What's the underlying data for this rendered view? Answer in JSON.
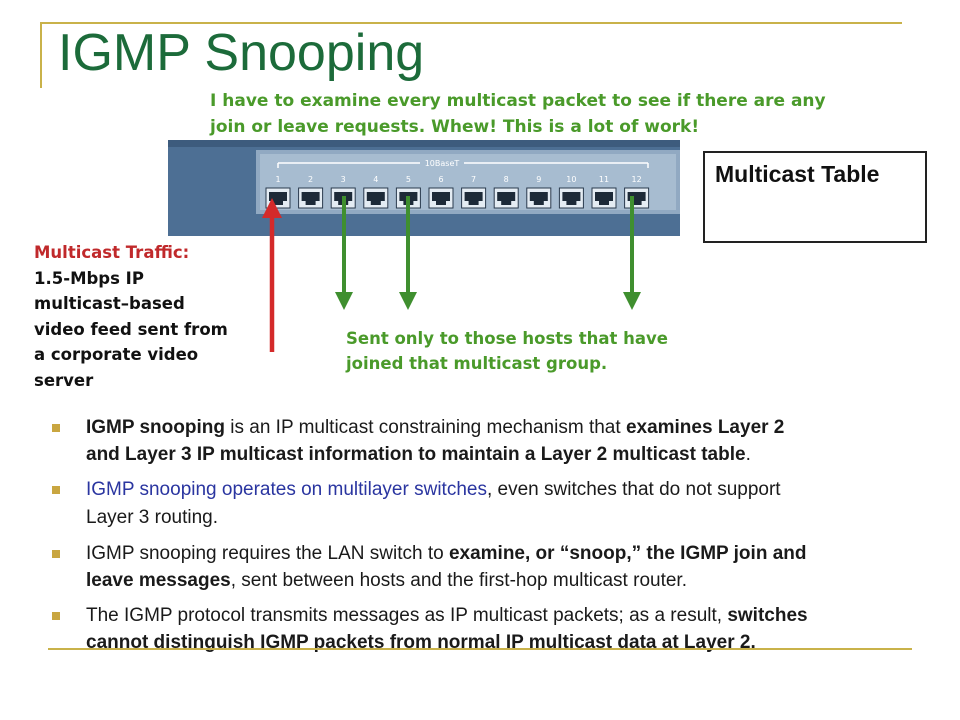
{
  "title": "IGMP Snooping",
  "callout_top": {
    "line1": "I have to examine every multicast packet to see if there are any",
    "line2": "join or leave requests.  Whew!  This is a lot of work!"
  },
  "switch": {
    "banner": "10BaseT",
    "ports": [
      "1",
      "2",
      "3",
      "4",
      "5",
      "6",
      "7",
      "8",
      "9",
      "10",
      "11",
      "12"
    ]
  },
  "multicast_table": {
    "label": "Multicast Table"
  },
  "traffic": {
    "heading": "Multicast Traffic:",
    "lines": [
      "1.5-Mbps IP",
      "multicast–based",
      "video feed sent from",
      "a corporate video",
      "server"
    ]
  },
  "callout_mid": {
    "line1": "Sent only to those hosts that have",
    "line2": "joined that multicast group."
  },
  "colors": {
    "title": "#1c6b3a",
    "callout": "#4a9a2a",
    "red_arrow": "#d42a2a",
    "green_arrow": "#3f8f2f",
    "rule": "#c9b24a",
    "link_blue": "#2a35a0"
  },
  "bullets": {
    "b1": {
      "l1_bold1": "IGMP snooping",
      "l1_text": " is an IP multicast constraining mechanism that ",
      "l1_bold2": "examines Layer 2",
      "l2_bold": "and Layer 3 IP multicast information to maintain a Layer 2 multicast table",
      "l2_end": "."
    },
    "b2": {
      "l1_blue": "IGMP snooping operates on multilayer switches",
      "l1_text": ", even switches that do not support",
      "l2_text": "Layer 3 routing."
    },
    "b3": {
      "l1_text": "IGMP snooping requires the LAN switch to ",
      "l1_bold": "examine, or “snoop,” the IGMP join and",
      "l2_bold": "leave messages",
      "l2_text": ", sent between hosts and the first-hop multicast router."
    },
    "b4": {
      "l1_text": "The IGMP protocol transmits messages as IP multicast packets; as a result, ",
      "l1_bold": "switches",
      "l2_bold": "cannot distinguish IGMP packets from normal IP multicast data at Layer 2."
    }
  }
}
